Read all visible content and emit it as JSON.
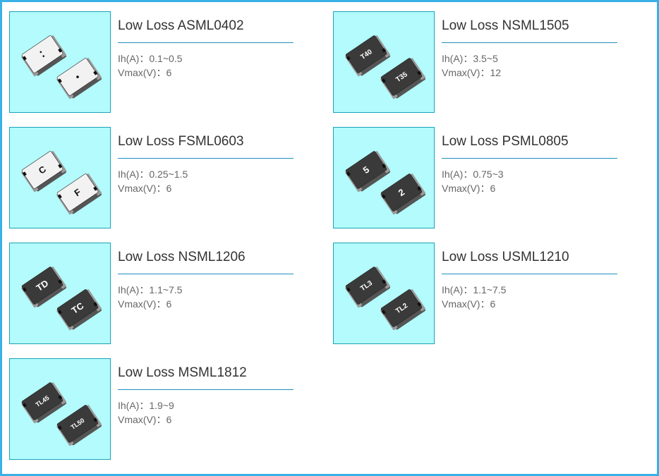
{
  "products": [
    {
      "title": "Low Loss ASML0402",
      "ih_label": "Ih(A)：",
      "ih_value": "0.1~0.5",
      "vmax_label": "Vmax(V)：",
      "vmax_value": "6",
      "chip_style": "white",
      "marks": [
        "⁚",
        "•"
      ]
    },
    {
      "title": "Low Loss NSML1505",
      "ih_label": "Ih(A)：",
      "ih_value": "3.5~5",
      "vmax_label": "Vmax(V)：",
      "vmax_value": "12",
      "chip_style": "dark",
      "marks": [
        "T40",
        "T35"
      ]
    },
    {
      "title": "Low Loss FSML0603",
      "ih_label": "Ih(A)：",
      "ih_value": "0.25~1.5",
      "vmax_label": "Vmax(V)：",
      "vmax_value": "6",
      "chip_style": "white",
      "marks": [
        "C",
        "F"
      ]
    },
    {
      "title": "Low Loss PSML0805",
      "ih_label": "Ih(A)：",
      "ih_value": "0.75~3",
      "vmax_label": "Vmax(V)：",
      "vmax_value": "6",
      "chip_style": "dark",
      "marks": [
        "5",
        "2"
      ]
    },
    {
      "title": "Low Loss NSML1206",
      "ih_label": "Ih(A)：",
      "ih_value": "1.1~7.5",
      "vmax_label": "Vmax(V)：",
      "vmax_value": "6",
      "chip_style": "dark",
      "marks": [
        "TD",
        "TC"
      ]
    },
    {
      "title": "Low Loss USML1210",
      "ih_label": "Ih(A)：",
      "ih_value": "1.1~7.5",
      "vmax_label": "Vmax(V)：",
      "vmax_value": "6",
      "chip_style": "dark",
      "marks": [
        "TL3",
        "TL2"
      ]
    },
    {
      "title": "Low Loss MSML1812",
      "ih_label": "Ih(A)：",
      "ih_value": "1.9~9",
      "vmax_label": "Vmax(V)：",
      "vmax_value": "6",
      "chip_style": "dark",
      "marks": [
        "TL45",
        "TL50"
      ]
    }
  ],
  "colors": {
    "border": "#3ab0e6",
    "thumb_bg": "#b3fbfc",
    "thumb_border": "#1aa3b8",
    "rule": "#1f8fc0",
    "chip_white_top": "#f2f2f2",
    "chip_dark_top": "#3a3a3a",
    "chip_side": "#555555",
    "chip_terminal": "#9a9a9a"
  }
}
